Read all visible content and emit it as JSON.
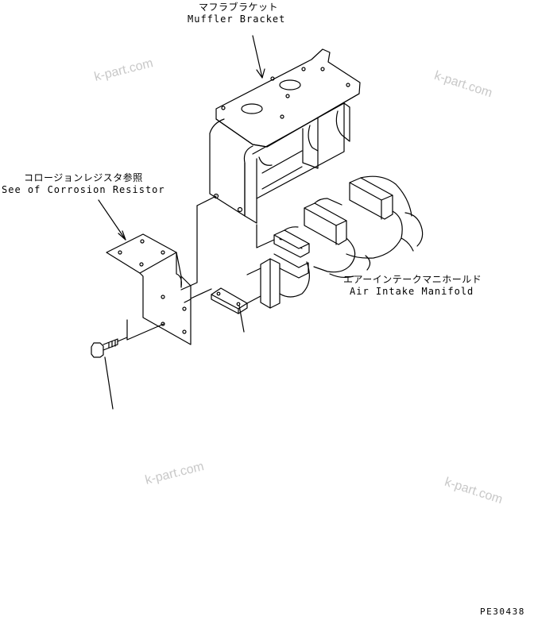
{
  "labels": {
    "muffler_bracket_jp": "マフラブラケット",
    "muffler_bracket_en": "Muffler Bracket",
    "corrosion_resistor_jp": "コロージョンレジスタ参照",
    "corrosion_resistor_en": "See of Corrosion Resistor",
    "air_intake_jp": "エアーインテークマニホールド",
    "air_intake_en": "Air Intake Manifold"
  },
  "drawing_code": "PE30438",
  "watermarks": [
    "k-part.com",
    "k-part.com",
    "k-part.com",
    "k-part.com"
  ]
}
